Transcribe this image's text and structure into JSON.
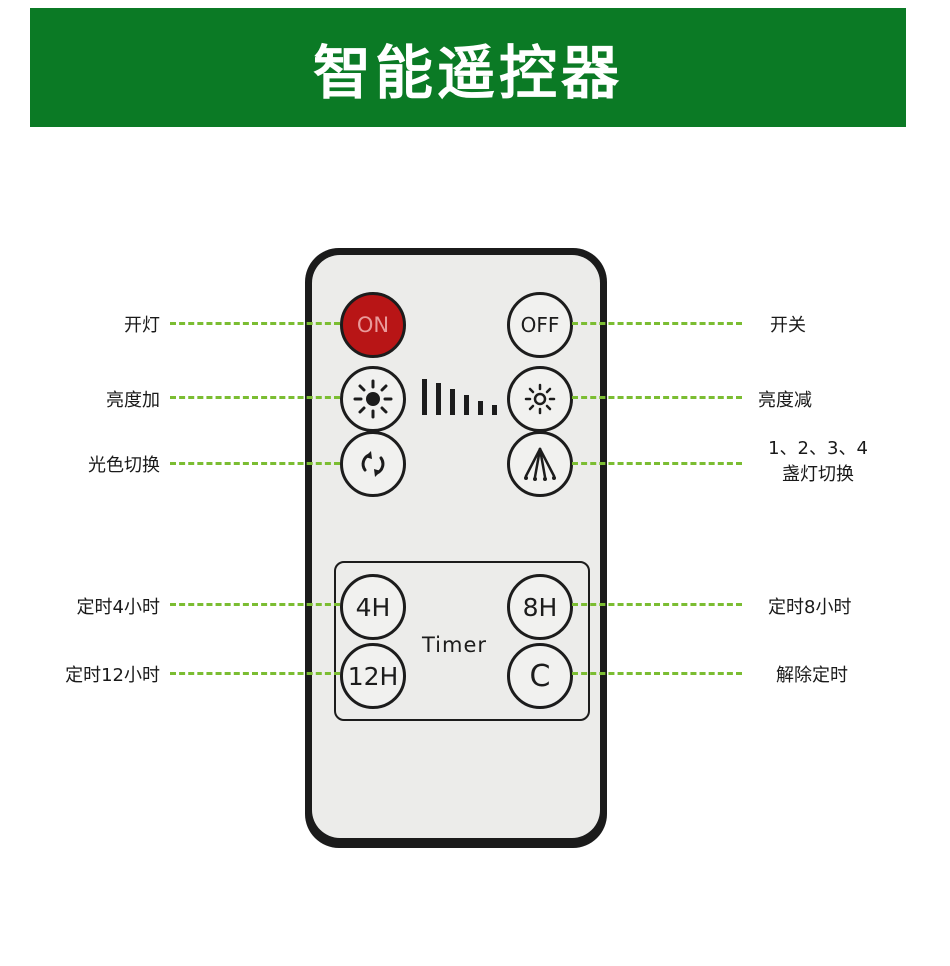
{
  "banner": {
    "title": "智能遥控器",
    "color": "#0b7a25"
  },
  "remote": {
    "buttons": {
      "on": "ON",
      "off": "OFF",
      "timer_4h": "4H",
      "timer_8h": "8H",
      "timer_12h": "12H",
      "timer_cancel": "C"
    },
    "timer_label": "Timer",
    "icons": {
      "brightness_up": "sun-bright-icon",
      "brightness_down": "sun-dim-icon",
      "color_switch": "cycle-arrows-icon",
      "lamp_switch": "light-beams-icon",
      "brightness_bars": "brightness-level-bars-icon"
    },
    "on_color": "#b81516"
  },
  "callouts": {
    "on": "开灯",
    "off": "开关",
    "brightness_up": "亮度加",
    "brightness_down": "亮度减",
    "color_switch": "光色切换",
    "lamp_switch_line1": "1、2、3、4",
    "lamp_switch_line2": "盏灯切换",
    "timer_4h": "定时4小时",
    "timer_8h": "定时8小时",
    "timer_12h": "定时12小时",
    "timer_cancel": "解除定时",
    "line_color": "#7bbd32"
  }
}
